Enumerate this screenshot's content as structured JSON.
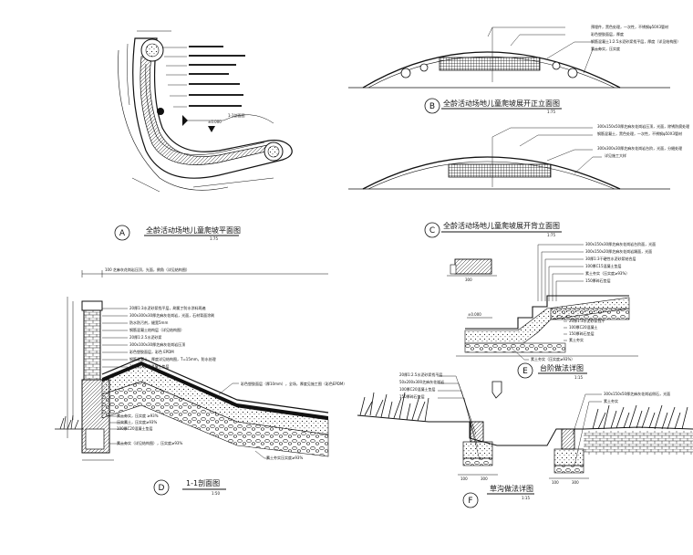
{
  "drawing": {
    "panels": {
      "A": {
        "letter": "A",
        "title": "全龄活动场地儿童爬坡平面图",
        "scale": "1:75"
      },
      "B": {
        "letter": "B",
        "title": "全龄活动场地儿童爬坡展开正立面图",
        "scale": "1:75"
      },
      "C": {
        "letter": "C",
        "title": "全龄活动场地儿童爬坡展开背立面图",
        "scale": "1:75"
      },
      "D": {
        "letter": "D",
        "title": "1-1剖面图",
        "scale": "1:50"
      },
      "E": {
        "letter": "E",
        "title": "台阶做法详图",
        "scale": "1:15"
      },
      "F": {
        "letter": "F",
        "title": "草沟做法详图",
        "scale": "1:15"
      }
    },
    "callouts": {
      "section_marker": "1-1剖面图",
      "a_level": "±0.000",
      "b_notes": [
        "预埋件，黑色处理，一次性，不锈钢φ50X3管材",
        "彩色塑胶面层，厚度",
        "钢筋混凝土1:2.5水泥砂浆找平层，厚度（详见结构图）",
        "素土夯实，压实度"
      ],
      "c_notes": [
        "300x150x50厚芝麻灰花岗岩压顶，光面，除锈防腐处理",
        "钢筋混凝土，黑色处理，一次性，不锈钢φ50X3管材",
        "300x300x30厚芝麻灰花岗岩台阶，光面，分缝处理",
        "详见施工大样"
      ],
      "d_top": "100 芝麻灰花岗岩压顶，光面，倒角（详见结构图）",
      "d_notes": [
        "20厚1:3水泥砂浆找平层，刷氯丁防水涂料两遍",
        "300x300x30厚芝麻灰花岗岩，光面，石材背面涂刷",
        "防水防污剂，缝宽5mm",
        "钢筋混凝土结构层（详见结构图）",
        "20厚1:2.5水泥砂浆",
        "300x100x30厚芝麻灰花岗岩压顶",
        "彩色塑胶面层，彩色 EPDM",
        "钢筋混凝土，厚度详见结构图，T=15mm，防水处理",
        "300厚C15素混凝土垫层"
      ],
      "d_slope": "彩色塑胶面层（厚10mm），全场，厚度见施工图（彩色EPDM）",
      "d_bottom_notes": [
        "素土夯实，压实度 ≥93%",
        "压实素土，压实度≥93%",
        "100厚C20混凝土垫层",
        "素土夯实（详见结构图），压实度≥93%"
      ],
      "d_base": "素土夯实压实度≥93%",
      "e_notes": [
        "300x150x30厚芝麻灰花岗岩台阶面，光面",
        "300x150x20厚芝麻灰花岗岩踢面，光面",
        "30厚1:3干硬性水泥砂浆结合层",
        "100厚C15混凝土垫层",
        "素土夯实（压实度≥93%）",
        "150厚碎石垫层"
      ],
      "e_lower_notes": [
        "20厚1:3水泥砂浆找平",
        "100厚C20混凝土",
        "150厚碎石垫层",
        "素土夯实"
      ],
      "e_bottom": "素土夯实（压实度≥93%）",
      "e_dim": "300",
      "e_level": "±0.000",
      "f_notes_left": [
        "20厚1:2.5水泥砂浆找平层",
        "50x200x300芝麻灰花岗岩",
        "100厚C20混凝土垫层",
        "150厚碎石垫层"
      ],
      "f_notes_right": [
        "300x150x50厚芝麻灰花岗岩侧石，光面",
        "素土夯实"
      ],
      "f_dims": [
        "100",
        "300",
        "100",
        "300"
      ]
    }
  }
}
